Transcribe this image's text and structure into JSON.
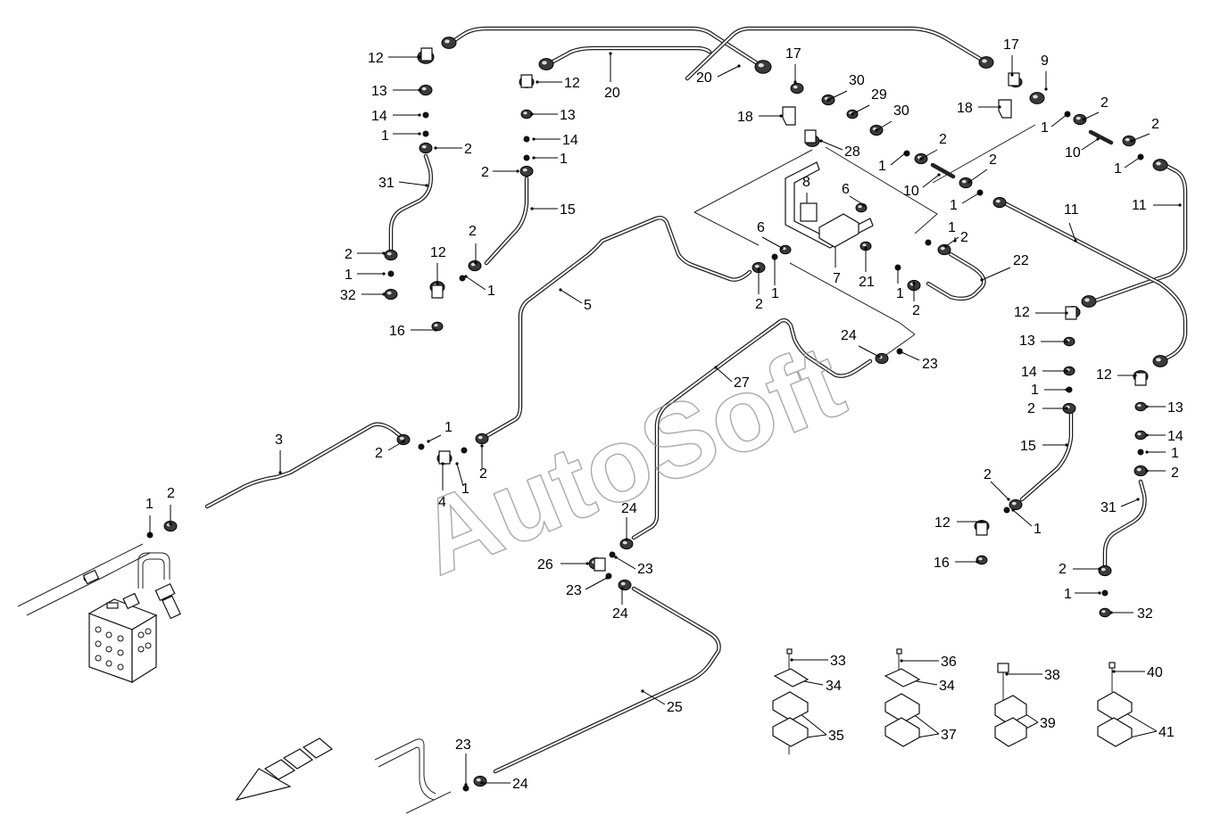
{
  "watermark": "AutoSoft",
  "callouts": [
    "1",
    "2",
    "3",
    "4",
    "5",
    "6",
    "7",
    "8",
    "9",
    "10",
    "11",
    "12",
    "13",
    "14",
    "15",
    "16",
    "17",
    "18",
    "20",
    "21",
    "22",
    "23",
    "24",
    "25",
    "26",
    "27",
    "28",
    "29",
    "30",
    "31",
    "32",
    "33",
    "34",
    "35",
    "36",
    "37",
    "38",
    "39",
    "40",
    "41"
  ]
}
